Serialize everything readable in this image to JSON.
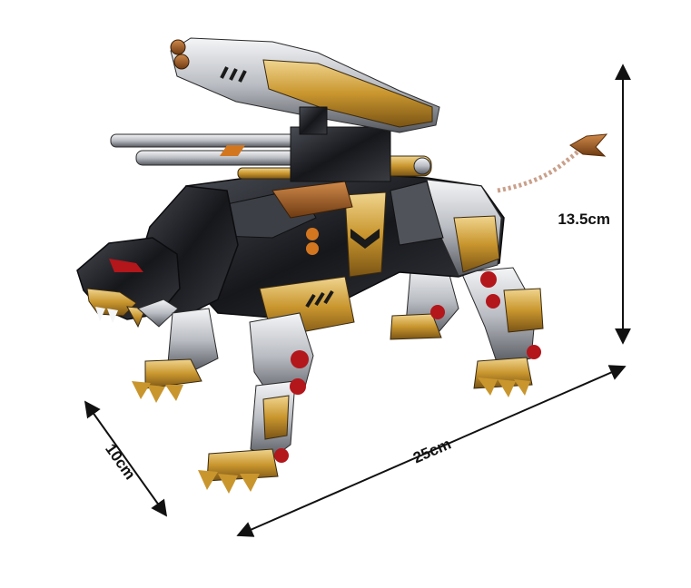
{
  "dimensions": {
    "height_label": "13.5cm",
    "length_label": "25cm",
    "width_label": "10cm"
  },
  "colors": {
    "background": "#ffffff",
    "arrow": "#111111",
    "gold": "#c9962e",
    "gold_light": "#e3be6a",
    "silver": "#b9bcc2",
    "chrome_dark": "#2b2d33",
    "black": "#121316",
    "copper": "#9a5a26",
    "red": "#b3161b"
  },
  "product": {
    "subject": "metal mech lion model kit"
  }
}
